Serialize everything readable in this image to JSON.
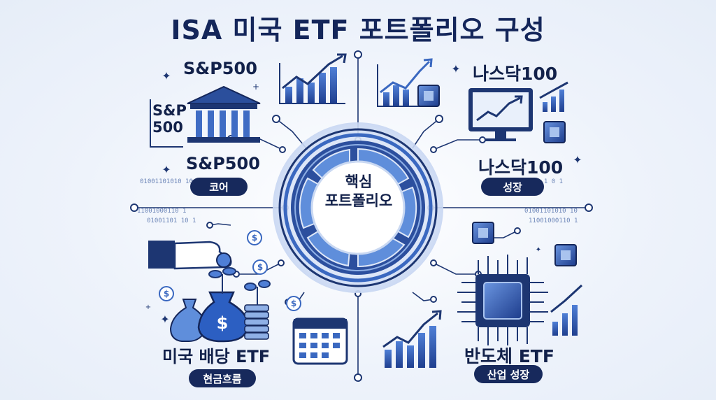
{
  "title": "ISA 미국 ETF 포트폴리오 구성",
  "center": {
    "line1": "핵심",
    "line2": "포트폴리오"
  },
  "quadrants": {
    "top_left": {
      "heading": "S&P500",
      "building_text_line1": "S&P",
      "building_text_line2": "500",
      "name": "S&P500",
      "tag": "코어"
    },
    "top_right": {
      "heading": "나스닥100",
      "name": "나스닥100",
      "tag": "성장"
    },
    "bottom_left": {
      "name": "미국 배당 ETF",
      "tag": "현금흐름",
      "coin_symbol": "$"
    },
    "bottom_right": {
      "name": "반도체 ETF",
      "tag": "산업 성장"
    }
  },
  "binary_text": [
    "01001101010 10",
    "11001000110 1",
    "01001101 10 1",
    "1 0 10 1 0 1"
  ],
  "colors": {
    "navy": "#17295c",
    "blue": "#2f5fb8",
    "light_blue": "#8fb0e6",
    "background": "#eef3fb"
  }
}
